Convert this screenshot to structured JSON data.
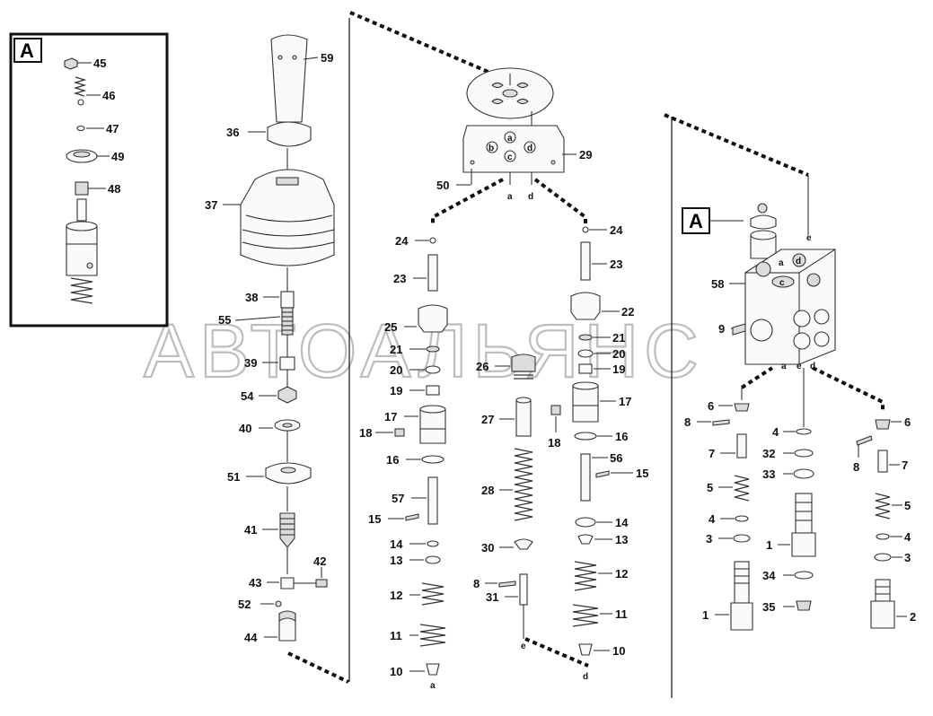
{
  "diagram": {
    "watermark": "АВТОАЛЬЯНС",
    "inset_label": "A",
    "callout_label": "A",
    "part_labels": {
      "p59": "59",
      "p36": "36",
      "p37": "37",
      "p38": "38",
      "p55": "55",
      "p39": "39",
      "p54": "54",
      "p40": "40",
      "p51": "51",
      "p41": "41",
      "p43": "43",
      "p42": "42",
      "p52": "52",
      "p44": "44",
      "i45": "45",
      "i46": "46",
      "i47": "47",
      "i49": "49",
      "i48": "48",
      "p29": "29",
      "p50": "50",
      "l24": "24",
      "l23": "23",
      "l25": "25",
      "l21": "21",
      "l20": "20",
      "l19": "19",
      "l17": "17",
      "l18": "18",
      "l16": "16",
      "l57": "57",
      "l15": "15",
      "l14": "14",
      "l13": "13",
      "l12": "12",
      "l11": "11",
      "l10": "10",
      "c26": "26",
      "c27": "27",
      "c28": "28",
      "c30": "30",
      "c8": "8",
      "c31": "31",
      "r24": "24",
      "r23": "23",
      "r22": "22",
      "r21": "21",
      "r20": "20",
      "r19": "19",
      "r17": "17",
      "r18": "18",
      "r16": "16",
      "r56": "56",
      "r15": "15",
      "r14": "14",
      "r13": "13",
      "r12": "12",
      "r11": "11",
      "r10": "10",
      "v58": "58",
      "v9": "9",
      "a6": "6",
      "a8": "8",
      "a7": "7",
      "a5": "5",
      "a4": "4",
      "a3": "3",
      "a1": "1",
      "b4": "4",
      "b32": "32",
      "b33": "33",
      "b1": "1",
      "b34": "34",
      "b35": "35",
      "e6": "6",
      "e8": "8",
      "e7": "7",
      "e5": "5",
      "e4": "4",
      "e3": "3",
      "e2": "2"
    },
    "port_letters": {
      "plate_a": "a",
      "plate_b": "b",
      "plate_c": "c",
      "plate_d": "d",
      "under_a": "a",
      "under_d": "d",
      "bottom_a": "a",
      "bottom_e": "e",
      "bottom_d": "d",
      "block_a": "a",
      "block_c": "c",
      "block_d": "d",
      "block_e": "e",
      "block_bot_a": "a",
      "block_bot_e": "e",
      "block_bot_d": "d"
    }
  }
}
